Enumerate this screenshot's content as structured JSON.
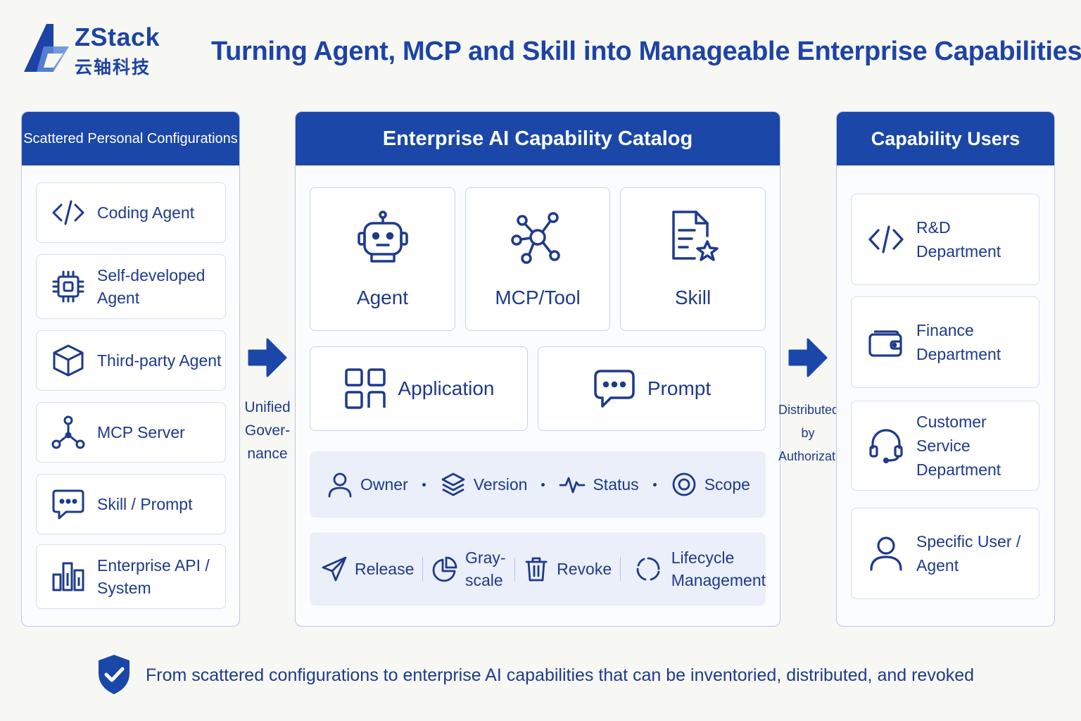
{
  "brand": {
    "name_en": "ZStack",
    "name_cn": "云轴科技",
    "color": "#1d43a6"
  },
  "title": "Turning Agent, MCP and Skill into Manageable Enterprise Capabilities",
  "left_panel": {
    "title": "Scattered Personal Configurations",
    "items": [
      {
        "label": "Coding Agent",
        "icon": "code-icon"
      },
      {
        "label": "Self-developed\nAgent",
        "icon": "chip-icon"
      },
      {
        "label": "Third-party Agent",
        "icon": "cube-icon"
      },
      {
        "label": "MCP Server",
        "icon": "network-icon"
      },
      {
        "label": "Skill / Prompt",
        "icon": "chat-icon"
      },
      {
        "label": "Enterprise API /\nSystem",
        "icon": "bar-chart-icon"
      }
    ]
  },
  "arrow_left": {
    "label": "Unified\nGover-\nnance"
  },
  "catalog": {
    "title": "Enterprise AI Capability Catalog",
    "primary": [
      {
        "label": "Agent",
        "icon": "robot-icon"
      },
      {
        "label": "MCP/Tool",
        "icon": "hub-icon"
      },
      {
        "label": "Skill",
        "icon": "document-star-icon"
      }
    ],
    "secondary": [
      {
        "label": "Application",
        "icon": "grid-icon"
      },
      {
        "label": "Prompt",
        "icon": "chat-icon"
      }
    ],
    "attributes": [
      {
        "label": "Owner",
        "icon": "user-icon"
      },
      {
        "label": "Version",
        "icon": "layers-icon"
      },
      {
        "label": "Status",
        "icon": "pulse-icon"
      },
      {
        "label": "Scope",
        "icon": "target-icon"
      }
    ],
    "actions": [
      {
        "label": "Release",
        "icon": "send-icon"
      },
      {
        "label": "Gray-scale",
        "icon": "pie-icon"
      },
      {
        "label": "Revoke",
        "icon": "trash-icon"
      },
      {
        "label": "Lifecycle\nManagement",
        "icon": "cycle-icon"
      }
    ]
  },
  "arrow_right": {
    "label": "Distributed\nby\nAuthorization"
  },
  "right_panel": {
    "title": "Capability Users",
    "items": [
      {
        "label": "R&D Department",
        "icon": "code-icon"
      },
      {
        "label": "Finance\nDepartment",
        "icon": "wallet-icon"
      },
      {
        "label": "Customer Service\nDepartment",
        "icon": "headset-icon"
      },
      {
        "label": "Specific User /\nAgent",
        "icon": "user-icon"
      }
    ]
  },
  "footer": {
    "text": "From scattered configurations to enterprise AI capabilities that can be inventoried, distributed, and revoked",
    "icon": "shield-check-icon"
  },
  "colors": {
    "primary": "#1a47a8",
    "text": "#1e3a8a",
    "background": "#f7f8f4",
    "strip": "#eaeff9",
    "border": "#b7c6ea"
  }
}
